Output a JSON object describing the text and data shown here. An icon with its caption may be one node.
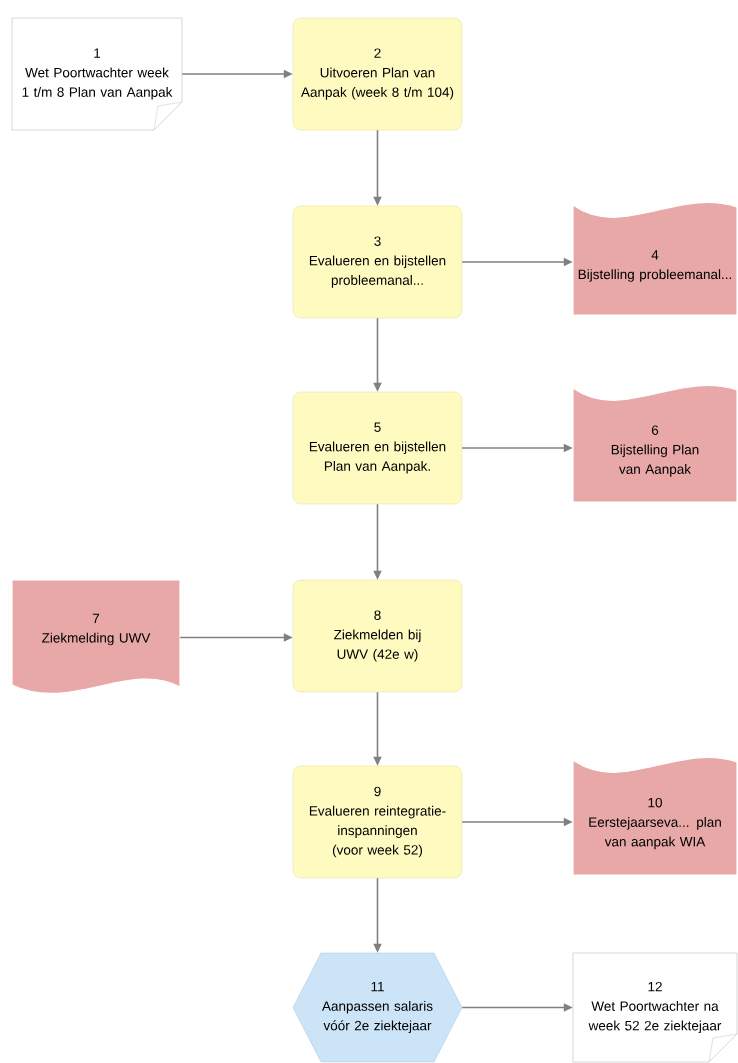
{
  "diagram": {
    "nodes": [
      {
        "text": [
          "1",
          "Wet Poortwachter week 1 t/m 8 Plan van Aanpak"
        ]
      },
      {
        "text": [
          "2",
          "Uitvoeren Plan van Aanpak (week 8 t/m 104)"
        ]
      },
      {
        "text": [
          "3",
          "Evalueren en bijstellen probleemanal..."
        ]
      },
      {
        "text": [
          "4",
          "Bijstelling probleemanal..."
        ]
      },
      {
        "text": [
          "5",
          "Evalueren en bijstellen Plan van Aanpak."
        ]
      },
      {
        "text": [
          "6",
          "Bijstelling Plan van Aanpak"
        ]
      },
      {
        "text": [
          "7",
          "Ziekmelding UWV"
        ]
      },
      {
        "text": [
          "8",
          "Ziekmelden bij UWV (42e w)"
        ]
      },
      {
        "text": [
          "9",
          "Evalueren reintegratie-inspanningen (voor week 52)"
        ]
      },
      {
        "text": [
          "10",
          "Eerstejaarseva... plan van aanpak WIA"
        ]
      },
      {
        "text": [
          "11",
          "Aanpassen salaris vóór 2e ziektejaar"
        ]
      },
      {
        "text": [
          "12",
          "Wet Poortwachter na week 52 2e ziektejaar"
        ]
      }
    ],
    "edges": [
      {
        "from": 0,
        "to": 1,
        "arrow": "to"
      },
      {
        "from": 1,
        "to": 2,
        "arrow": "to"
      },
      {
        "from": 2,
        "to": 3,
        "arrow": "to"
      },
      {
        "from": 2,
        "to": 4,
        "arrow": "to"
      },
      {
        "from": 4,
        "to": 5,
        "arrow": "to"
      },
      {
        "from": 4,
        "to": 7,
        "arrow": "to"
      },
      {
        "from": 6,
        "to": 7,
        "arrow": "to"
      },
      {
        "from": 7,
        "to": 8,
        "arrow": "to"
      },
      {
        "from": 8,
        "to": 9,
        "arrow": "to"
      },
      {
        "from": 8,
        "to": 10,
        "arrow": "to"
      },
      {
        "from": 10,
        "to": 11,
        "arrow": "to"
      }
    ]
  }
}
